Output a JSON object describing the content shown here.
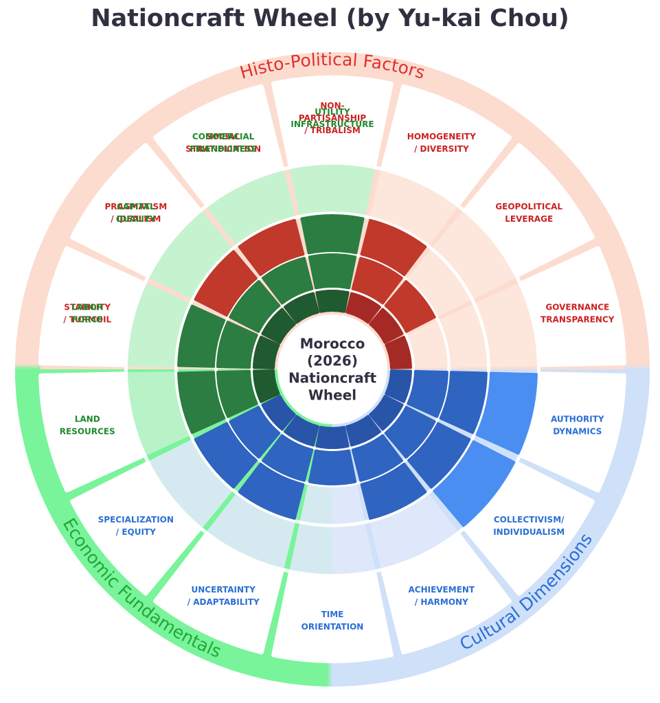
{
  "title": "Nationcraft Wheel (by Yu-kai Chou)",
  "center": {
    "lines": [
      "Morocco",
      "(2026)",
      "Nationcraft",
      "Wheel"
    ]
  },
  "colors": {
    "histo": {
      "outer": "#fcdccf",
      "cell": "#fde7dd",
      "tile": "#c0392b",
      "tile_dark": "#a52a25",
      "text": "#cc2222",
      "group_text": "#e03030"
    },
    "cultural": {
      "outer": "#cfe0f9",
      "cell": "#dfe9f9",
      "tile": "#2f64c0",
      "tile_dark": "#2855a8",
      "highlight": "#4a8ef2",
      "text": "#2a6fd6",
      "group_text": "#2a6fd6"
    },
    "economic": {
      "outer": "#79f49a",
      "cell": "#bff3cd",
      "tile": "#2c7d41",
      "tile_dark": "#1f5a30",
      "text": "#1c8a2c",
      "group_text": "#1ea83a"
    }
  },
  "groups": [
    {
      "key": "histo",
      "label": "Histo-Political Factors",
      "items": [
        {
          "lines": [
            "STABILITY",
            "/ TURMOIL"
          ],
          "level": 4
        },
        {
          "lines": [
            "PRAGMATISM",
            "/ IDEALISM"
          ],
          "level": 5
        },
        {
          "lines": [
            "SOCIAL",
            "STRATIFICATION"
          ],
          "level": 5
        },
        {
          "lines": [
            "NON-",
            "PARTISANSHIP",
            "/ TRIBALISM"
          ],
          "level": 3
        },
        {
          "lines": [
            "HOMOGENEITY",
            "/ DIVERSITY"
          ],
          "level": 5
        },
        {
          "lines": [
            "GEOPOLITICAL",
            "LEVERAGE"
          ],
          "level": 4
        },
        {
          "lines": [
            "GOVERNANCE",
            "TRANSPARENCY"
          ],
          "level": 3
        }
      ]
    },
    {
      "key": "cultural",
      "label": "Cultural Dimensions",
      "items": [
        {
          "lines": [
            "AUTHORITY",
            "DYNAMICS"
          ],
          "level": 6
        },
        {
          "lines": [
            "COLLECTIVISM/",
            "INDIVIDUALISM"
          ],
          "level": 6
        },
        {
          "lines": [
            "ACHIEVEMENT",
            "/ HARMONY"
          ],
          "level": 5
        },
        {
          "lines": [
            "TIME",
            "ORIENTATION"
          ],
          "level": 4
        },
        {
          "lines": [
            "UNCERTAINTY",
            "/ ADAPTABILITY"
          ],
          "level": 5
        },
        {
          "lines": [
            "SPECIALIZATION",
            "/ EQUITY"
          ],
          "level": 5
        }
      ]
    },
    {
      "key": "economic",
      "label": "Economic Fundamentals",
      "items": [
        {
          "lines": [
            "LAND",
            "RESOURCES"
          ],
          "level": 5
        },
        {
          "lines": [
            "LABOR",
            "FORCE"
          ],
          "level": 5
        },
        {
          "lines": [
            "CAPITAL",
            "QUALITY"
          ],
          "level": 4
        },
        {
          "lines": [
            "COMMERCIAL",
            "FRIENDLINESS"
          ],
          "level": 4
        },
        {
          "lines": [
            "UTILITY",
            "INFRASTRUCTURE"
          ],
          "level": 5
        }
      ]
    }
  ]
}
